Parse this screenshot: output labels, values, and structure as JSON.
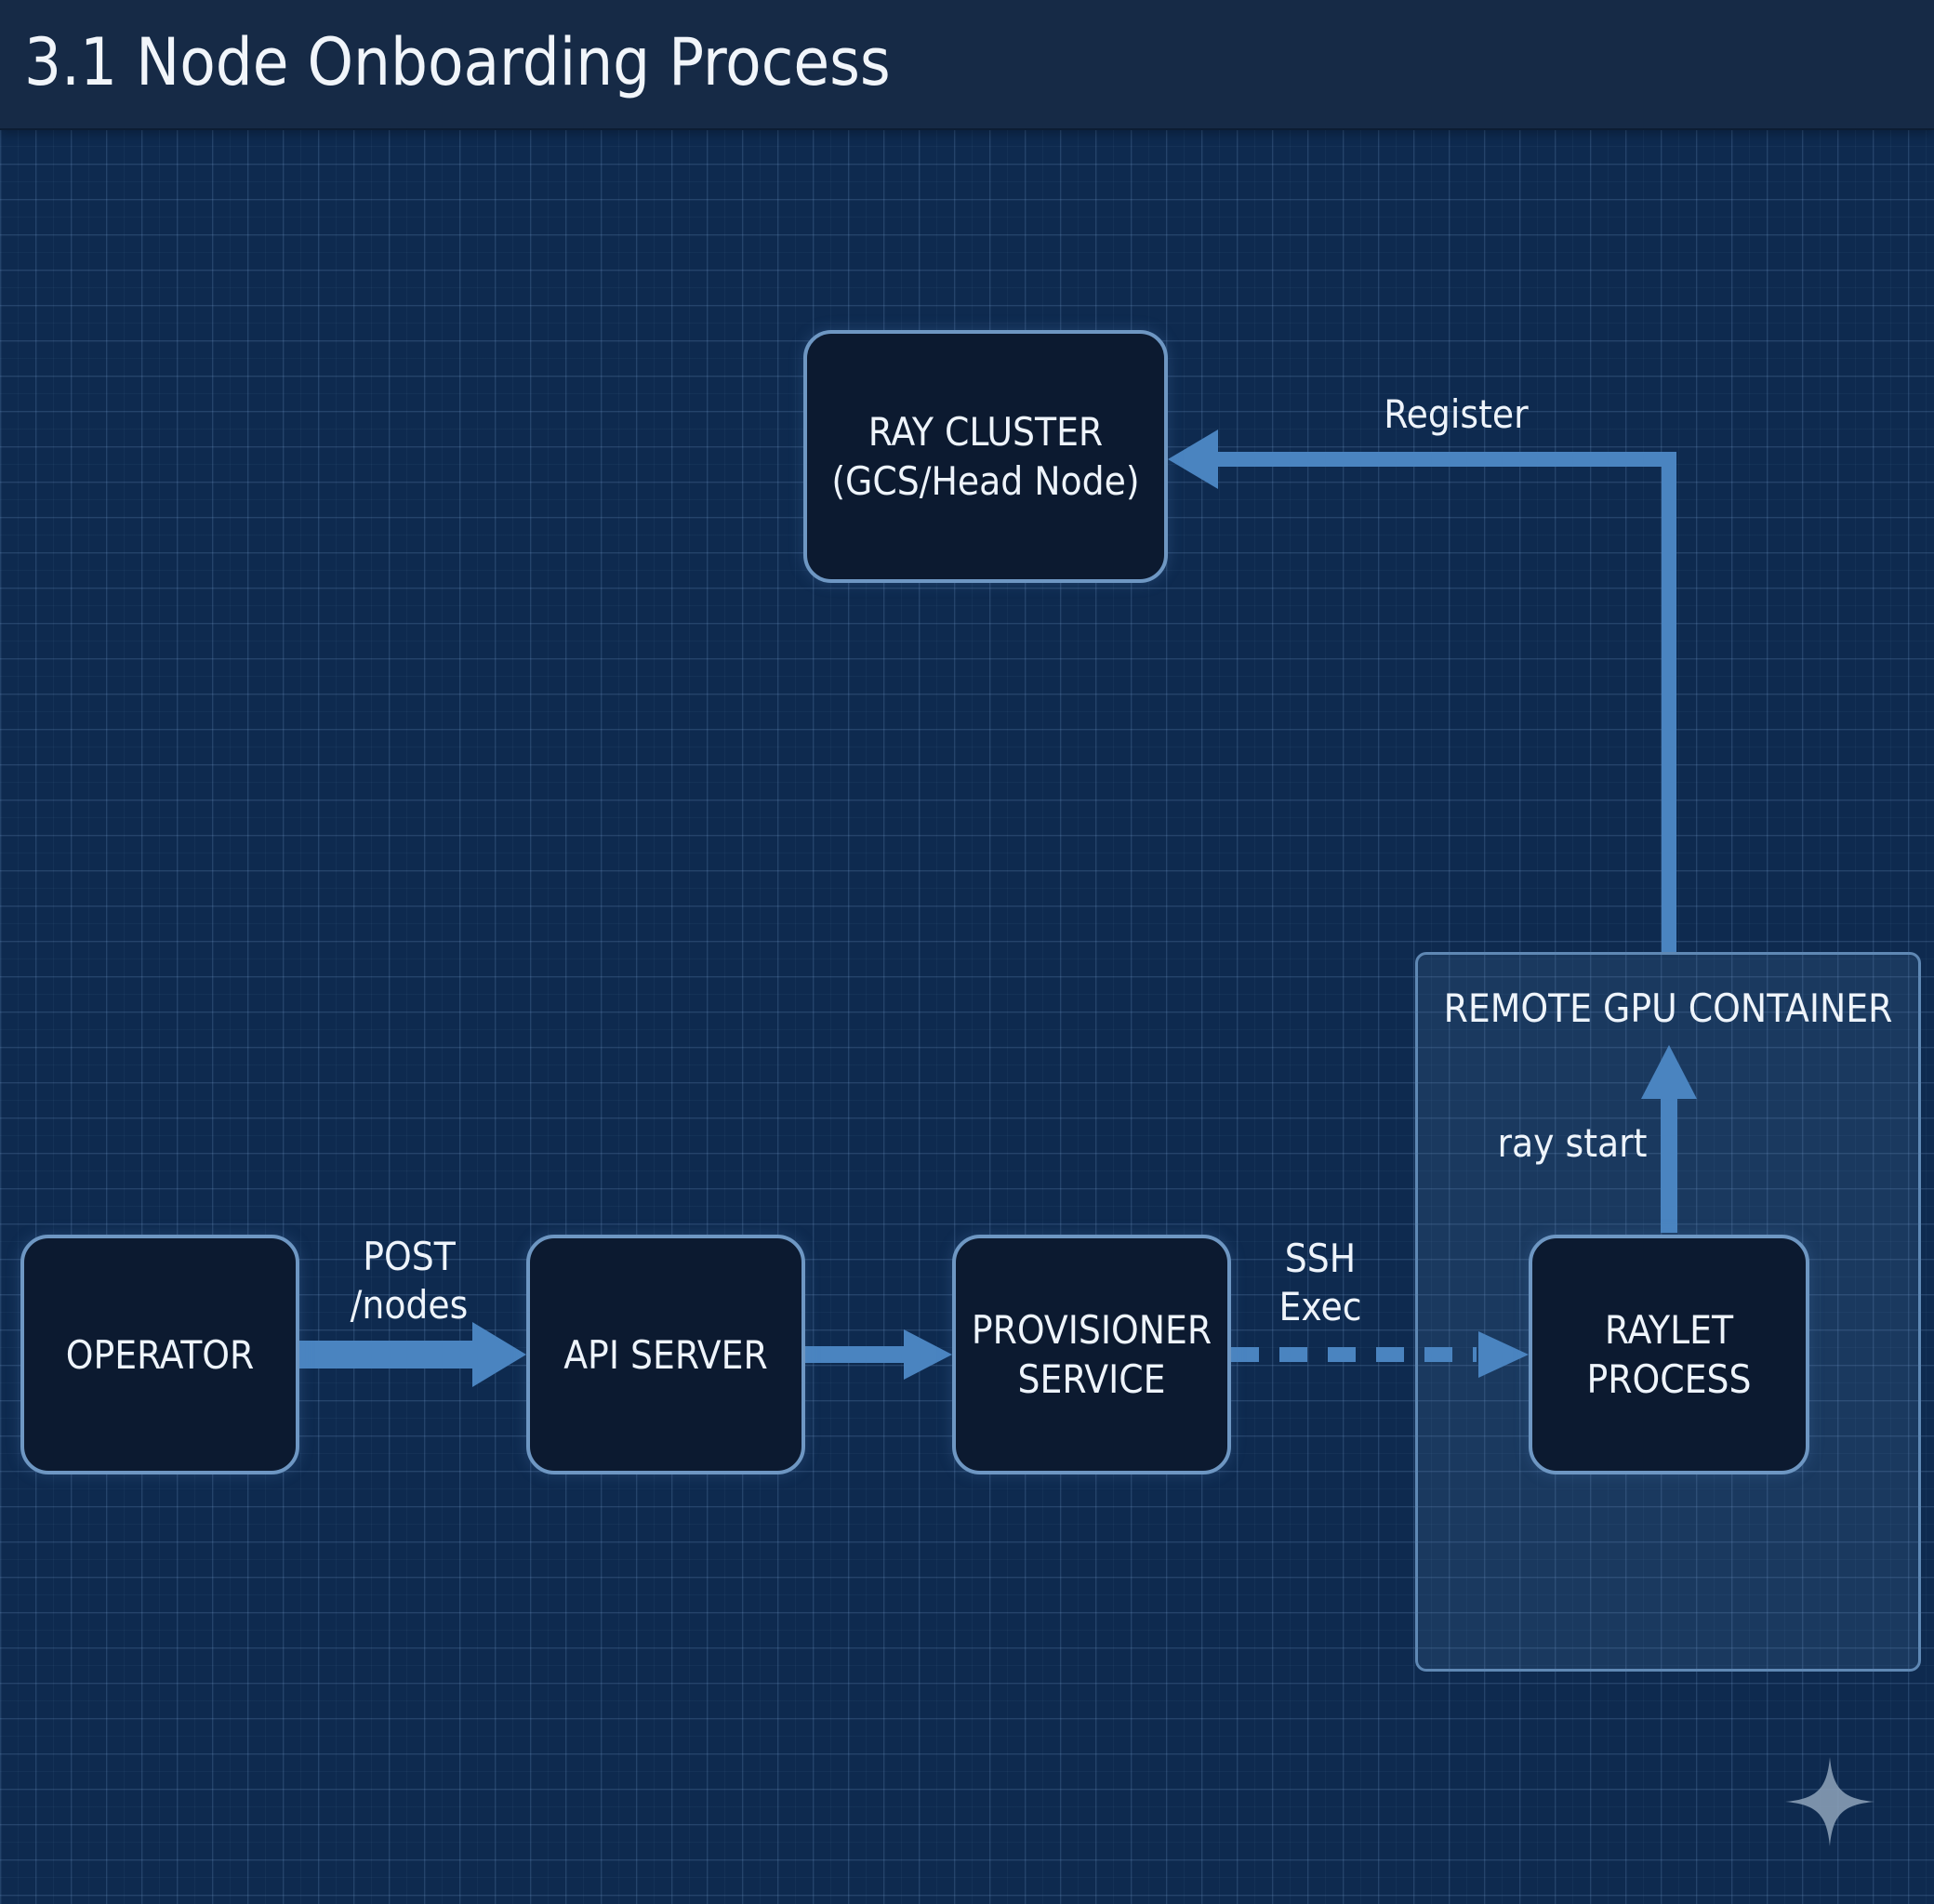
{
  "title": "3.1 Node Onboarding Process",
  "nodes": {
    "ray_cluster": "RAY CLUSTER\n(GCS/Head Node)",
    "operator": "OPERATOR",
    "api_server": "API SERVER",
    "provisioner": "PROVISIONER\nSERVICE",
    "raylet": "RAYLET\nPROCESS"
  },
  "container": {
    "label": "REMOTE GPU CONTAINER"
  },
  "edges": {
    "post_nodes": "POST\n/nodes",
    "ssh_exec": "SSH\nExec",
    "ray_start": "ray start",
    "register": "Register"
  },
  "icons": {
    "watermark": "sparkle-icon"
  },
  "colors": {
    "background": "#0e2a4f",
    "header": "#162a46",
    "node_fill": "#0c1a30",
    "node_border": "#6e97c3",
    "arrow": "#4a84c0"
  }
}
